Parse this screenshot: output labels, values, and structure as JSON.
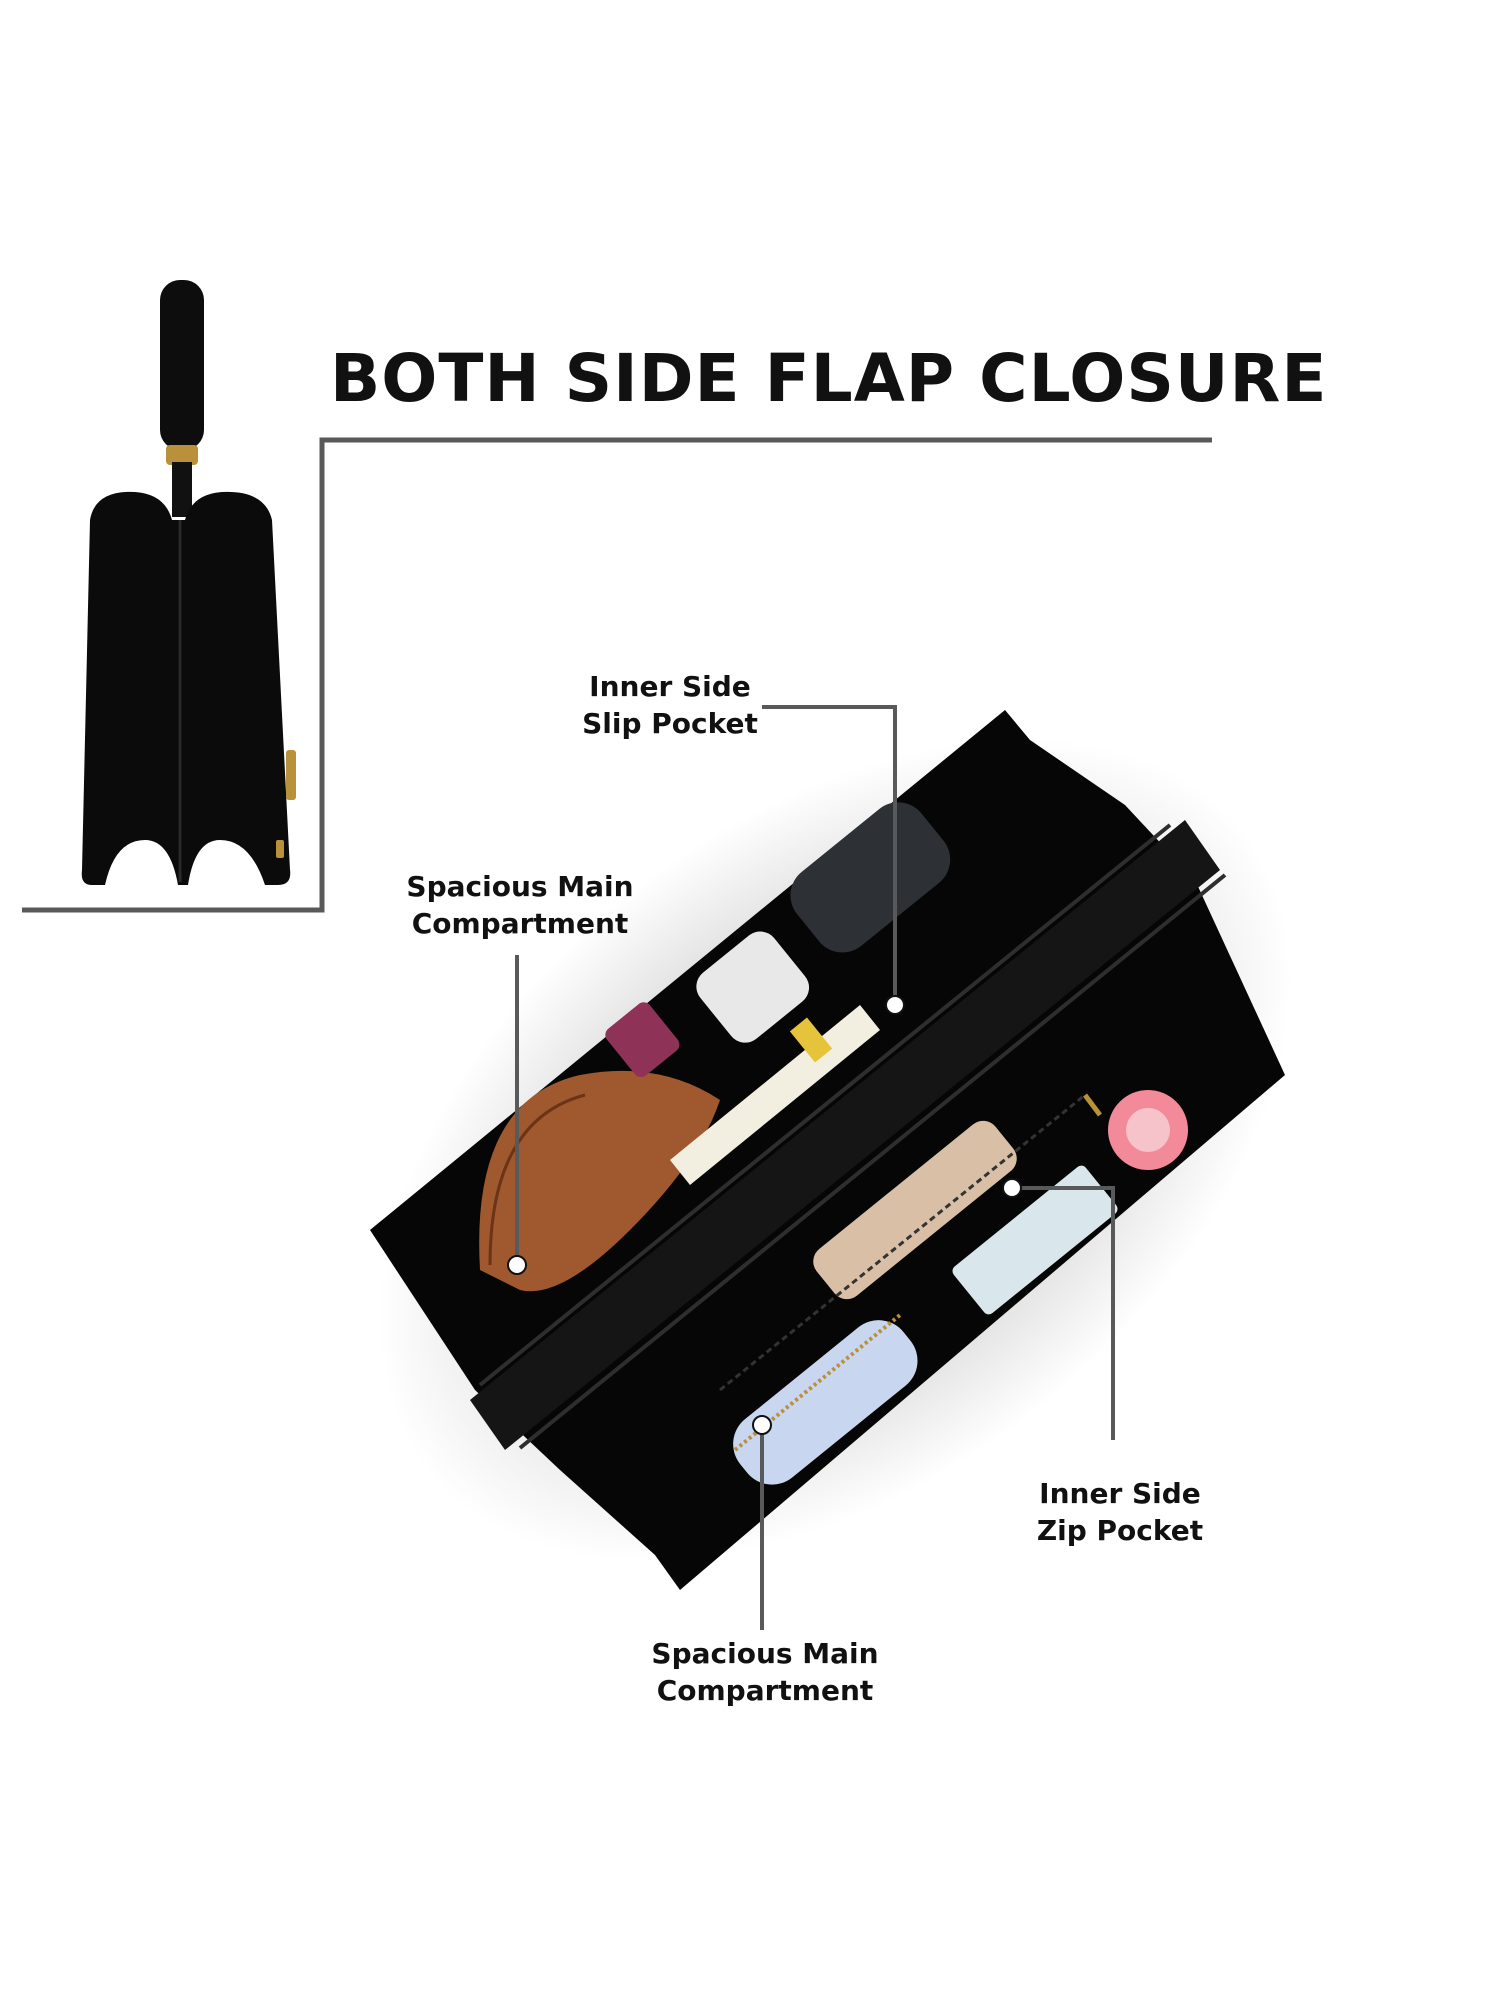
{
  "heading": "BOTH SIDE FLAP CLOSURE",
  "callouts": {
    "slip_pocket": [
      "Inner Side",
      "Slip Pocket"
    ],
    "main_left": [
      "Spacious Main",
      "Compartment"
    ],
    "zip_pocket": [
      "Inner Side",
      "Zip Pocket"
    ],
    "main_bottom": [
      "Spacious Main",
      "Compartment"
    ]
  },
  "colors": {
    "background": "#ffffff",
    "bag": "#0b0b0b",
    "leader_line": "#58595b",
    "hardware": "#b8913a",
    "pouch": "#a0582e"
  }
}
